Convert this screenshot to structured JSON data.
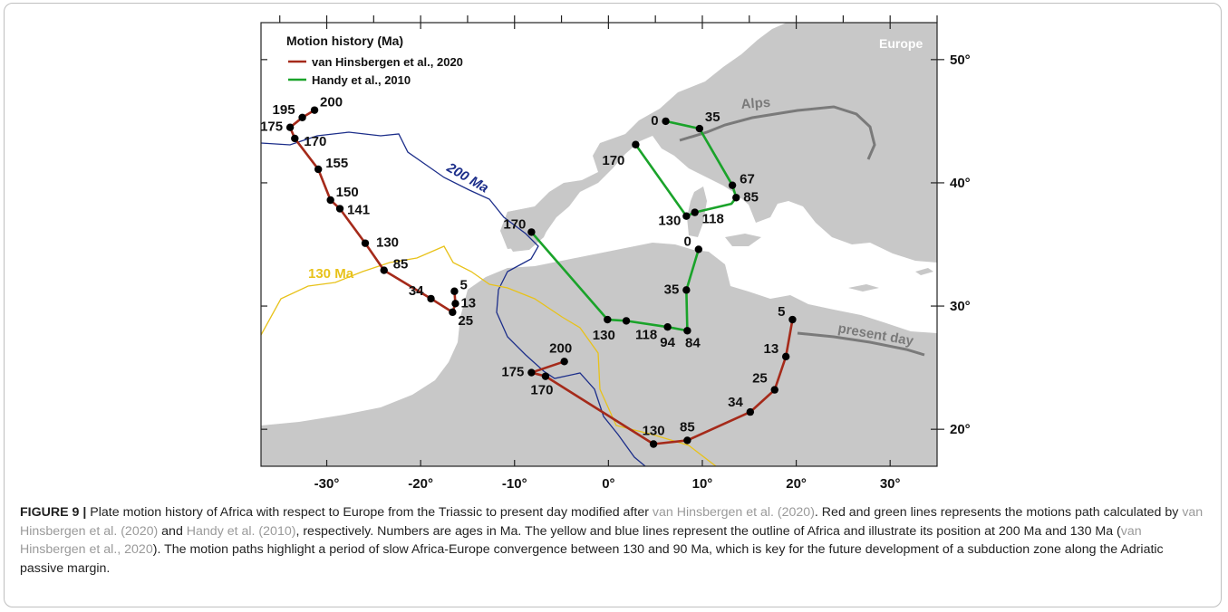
{
  "figure": {
    "label": "FIGURE 9 |",
    "caption_parts": [
      {
        "t": " Plate motion history of Africa with respect to Europe from the Triassic to present day modified after ",
        "ref": false
      },
      {
        "t": "van Hinsbergen et al. (2020)",
        "ref": true
      },
      {
        "t": ". Red and green lines represents the motions path calculated by ",
        "ref": false
      },
      {
        "t": "van Hinsbergen et al. (2020)",
        "ref": true
      },
      {
        "t": " and ",
        "ref": false
      },
      {
        "t": "Handy et al. (2010)",
        "ref": true
      },
      {
        "t": ", respectively. Numbers are ages in Ma. The yellow and blue lines represent the outline of Africa and illustrate its position at 200 Ma and 130 Ma (",
        "ref": false
      },
      {
        "t": "van Hinsbergen et al., 2020",
        "ref": true
      },
      {
        "t": "). The motion paths highlight a period of slow Africa-Europe convergence between 130 and 90 Ma, which is key for the future development of a subduction zone along the Adriatic passive margin.",
        "ref": false
      }
    ]
  },
  "legend": {
    "title": "Motion history (Ma)",
    "entries": [
      {
        "label": "van Hinsbergen et al., 2020",
        "color": "#a52a1a"
      },
      {
        "label": "Handy et al., 2010",
        "color": "#1aa32a"
      }
    ]
  },
  "map_labels": {
    "europe": "Europe",
    "alps": "Alps",
    "present_day": "present day",
    "ma200": "200 Ma",
    "ma130": "130 Ma"
  },
  "colors": {
    "land": "#c8c8c8",
    "red_path": "#a52a1a",
    "green_path": "#1aa32a",
    "outline_200": "#1c2e8a",
    "outline_130": "#e8c21a",
    "land_label": "#7a7a7a"
  },
  "chart_data": {
    "type": "map",
    "x_ticks": [
      {
        "v": -30,
        "label": "-30°"
      },
      {
        "v": -20,
        "label": "-20°"
      },
      {
        "v": -10,
        "label": "-10°"
      },
      {
        "v": 0,
        "label": "0°"
      },
      {
        "v": 10,
        "label": "10°"
      },
      {
        "v": 20,
        "label": "20°"
      },
      {
        "v": 30,
        "label": "30°"
      }
    ],
    "y_ticks": [
      {
        "v": 50,
        "label": "50°"
      },
      {
        "v": 40,
        "label": "40°"
      },
      {
        "v": 30,
        "label": "30°"
      },
      {
        "v": 20,
        "label": "20°"
      }
    ],
    "xlim": [
      -37,
      35
    ],
    "ylim": [
      17,
      53
    ],
    "series": [
      {
        "id": "vh_north",
        "color_key": "red_path",
        "points": [
          {
            "lon": -31.3,
            "lat": 45.9,
            "label": "200"
          },
          {
            "lon": -32.6,
            "lat": 45.3,
            "label": "195"
          },
          {
            "lon": -33.9,
            "lat": 44.5,
            "label": "175"
          },
          {
            "lon": -33.4,
            "lat": 43.6,
            "label": "170"
          },
          {
            "lon": -30.9,
            "lat": 41.1,
            "label": "155"
          },
          {
            "lon": -29.6,
            "lat": 38.6,
            "label": "150"
          },
          {
            "lon": -28.6,
            "lat": 37.9,
            "label": "141"
          },
          {
            "lon": -25.9,
            "lat": 35.1,
            "label": "130"
          },
          {
            "lon": -23.9,
            "lat": 32.9,
            "label": "85"
          },
          {
            "lon": -18.9,
            "lat": 30.6,
            "label": "34"
          },
          {
            "lon": -16.6,
            "lat": 29.5,
            "label": "25"
          },
          {
            "lon": -16.3,
            "lat": 30.2,
            "label": "13"
          },
          {
            "lon": -16.4,
            "lat": 31.2,
            "label": "5"
          }
        ]
      },
      {
        "id": "vh_south",
        "color_key": "red_path",
        "points": [
          {
            "lon": -4.7,
            "lat": 25.5,
            "label": "200"
          },
          {
            "lon": -8.2,
            "lat": 24.6,
            "label": "175"
          },
          {
            "lon": -6.7,
            "lat": 24.3,
            "label": "170"
          },
          {
            "lon": 4.8,
            "lat": 18.8,
            "label": "130"
          },
          {
            "lon": 8.4,
            "lat": 19.1,
            "label": "85"
          },
          {
            "lon": 15.1,
            "lat": 21.4,
            "label": "34"
          },
          {
            "lon": 17.7,
            "lat": 23.2,
            "label": "25"
          },
          {
            "lon": 18.9,
            "lat": 25.9,
            "label": "13"
          },
          {
            "lon": 19.6,
            "lat": 28.9,
            "label": "5"
          }
        ]
      },
      {
        "id": "handy_north",
        "color_key": "green_path",
        "points": [
          {
            "lon": 2.9,
            "lat": 43.1,
            "label": "170"
          },
          {
            "lon": 8.3,
            "lat": 37.3,
            "label": "130"
          },
          {
            "lon": 9.2,
            "lat": 37.6,
            "label": "118"
          },
          {
            "lon": 13.1,
            "lat": 38.3,
            "label": ""
          },
          {
            "lon": 13.6,
            "lat": 38.8,
            "label": "85"
          },
          {
            "lon": 13.2,
            "lat": 39.8,
            "label": "67"
          },
          {
            "lon": 9.7,
            "lat": 44.4,
            "label": "35"
          },
          {
            "lon": 6.1,
            "lat": 45.0,
            "label": "0"
          }
        ]
      },
      {
        "id": "handy_south",
        "color_key": "green_path",
        "points": [
          {
            "lon": -8.2,
            "lat": 36.0,
            "label": "170"
          },
          {
            "lon": -0.1,
            "lat": 28.9,
            "label": "130"
          },
          {
            "lon": 1.9,
            "lat": 28.8,
            "label": "118"
          },
          {
            "lon": 6.3,
            "lat": 28.3,
            "label": "94"
          },
          {
            "lon": 8.4,
            "lat": 28.0,
            "label": "84"
          },
          {
            "lon": 8.3,
            "lat": 31.3,
            "label": "35"
          },
          {
            "lon": 9.6,
            "lat": 34.6,
            "label": "0"
          }
        ]
      }
    ]
  }
}
